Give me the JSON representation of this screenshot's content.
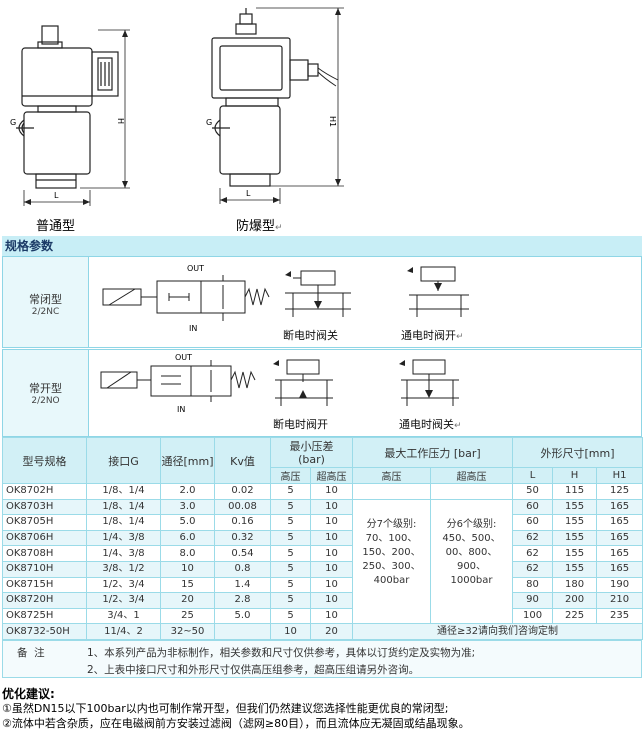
{
  "drawings": {
    "left_caption": "普通型",
    "right_caption": "防爆型",
    "right_caption_mark": "↵",
    "dim_labels": {
      "g": "G",
      "h": "H",
      "h1": "H1",
      "l": "L"
    }
  },
  "spec_header": "规格参数",
  "nc": {
    "name": "常闭型",
    "code": "2/2NC",
    "port_out": "OUT",
    "port_in": "IN",
    "caption_off": "断电时阀关",
    "caption_on": "通电时阀开",
    "caption_on_mark": "↵"
  },
  "no": {
    "name": "常开型",
    "code": "2/2NO",
    "port_out": "OUT",
    "port_in": "IN",
    "caption_off": "断电时阀开",
    "caption_on": "通电时阀关",
    "caption_on_mark": "↵"
  },
  "table": {
    "headers": {
      "model": "型号规格",
      "port": "接口G",
      "diameter": "通径[mm]",
      "kv": "Kv值",
      "min_pressure": "最小压差\n(bar)",
      "max_pressure": "最大工作压力 [bar]",
      "dims": "外形尺寸[mm]",
      "hp": "高压",
      "uhp": "超高压",
      "max_hp": "高压",
      "max_uhp": "超高压",
      "L": "L",
      "H": "H",
      "H1": "H1"
    },
    "rows": [
      {
        "model": "OK8702H",
        "port": "1/8、1/4",
        "dia": "2.0",
        "kv": "0.02",
        "hp": "5",
        "uhp": "10",
        "L": "50",
        "H": "115",
        "H1": "125"
      },
      {
        "model": "OK8703H",
        "port": "1/8、1/4",
        "dia": "3.0",
        "kv": "00.08",
        "hp": "5",
        "uhp": "10",
        "L": "60",
        "H": "155",
        "H1": "165"
      },
      {
        "model": "OK8705H",
        "port": "1/8、1/4",
        "dia": "5.0",
        "kv": "0.16",
        "hp": "5",
        "uhp": "10",
        "L": "60",
        "H": "155",
        "H1": "165"
      },
      {
        "model": "OK8706H",
        "port": "1/4、3/8",
        "dia": "6.0",
        "kv": "0.32",
        "hp": "5",
        "uhp": "10",
        "L": "62",
        "H": "155",
        "H1": "165"
      },
      {
        "model": "OK8708H",
        "port": "1/4、3/8",
        "dia": "8.0",
        "kv": "0.54",
        "hp": "5",
        "uhp": "10",
        "L": "62",
        "H": "155",
        "H1": "165"
      },
      {
        "model": "OK8710H",
        "port": "3/8、1/2",
        "dia": "10",
        "kv": "0.8",
        "hp": "5",
        "uhp": "10",
        "L": "62",
        "H": "155",
        "H1": "165"
      },
      {
        "model": "OK8715H",
        "port": "1/2、3/4",
        "dia": "15",
        "kv": "1.4",
        "hp": "5",
        "uhp": "10",
        "L": "80",
        "H": "180",
        "H1": "190"
      },
      {
        "model": "OK8720H",
        "port": "1/2、3/4",
        "dia": "20",
        "kv": "2.8",
        "hp": "5",
        "uhp": "10",
        "L": "90",
        "H": "200",
        "H1": "210"
      },
      {
        "model": "OK8725H",
        "port": "3/4、1",
        "dia": "25",
        "kv": "5.0",
        "hp": "5",
        "uhp": "10",
        "L": "100",
        "H": "225",
        "H1": "235"
      },
      {
        "model": "OK8732-50H",
        "port": "11/4、2",
        "dia": "32~50",
        "kv": "",
        "hp": "10",
        "uhp": "20"
      }
    ],
    "hp_levels": [
      "分7个级别:",
      "70、100、",
      "150、200、",
      "250、300、",
      "400bar"
    ],
    "uhp_levels": [
      "分6个级别:",
      "450、500、",
      "00、800、",
      "900、",
      "1000bar"
    ],
    "last_row_note": "通径≥32请向我们咨询定制"
  },
  "notes": {
    "label": "备  注",
    "line1": "1、本系列产品为非标制作，相关参数和尺寸仅供参考，具体以订货约定及实物为准;",
    "line2": "2、上表中接口尺寸和外形尺寸仅供高压组参考，超高压组请另外咨询。"
  },
  "suggestion": {
    "title": "优化建议:",
    "line1": "①虽然DN15以下100bar以内也可制作常开型，但我们仍然建议您选择性能更优良的常闭型;",
    "line2": "②流体中若含杂质，应在电磁阀前方安装过滤阀（滤网≥80目），而且流体应无凝固或结晶现象。"
  }
}
